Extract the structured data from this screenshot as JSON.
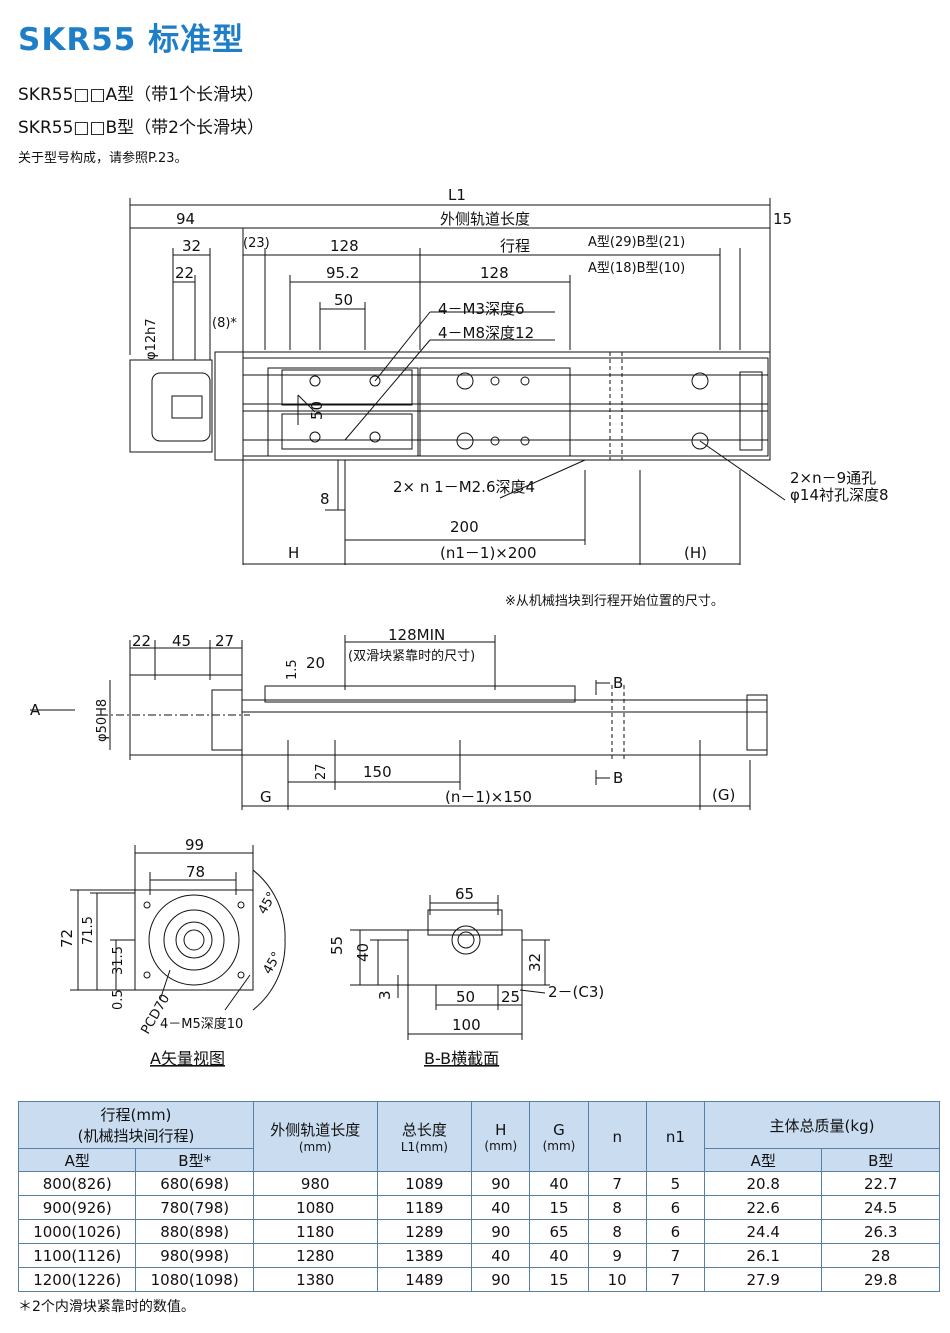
{
  "header": {
    "title": "SKR55 标准型",
    "model_a": "SKR55□□A型（带1个长滑块）",
    "model_b": "SKR55□□B型（带2个长滑块）",
    "reference": "关于型号构成，请参照P.23。"
  },
  "top_view": {
    "L1": "L1",
    "d94": "94",
    "outer_rail": "外侧轨道长度",
    "d15": "15",
    "d32": "32",
    "d23": "(23)",
    "d128a": "128",
    "stroke": "行程",
    "a29b21": "A型(29)B型(21)",
    "d22": "22",
    "d95_2": "95.2",
    "d128b": "128",
    "a18b10": "A型(18)B型(10)",
    "d8s": "(8)*",
    "d50": "50",
    "m3": "4－M3深度6",
    "m8": "4－M8深度12",
    "phi12": "φ12h7",
    "d50v": "50",
    "holes9": "2×n－9通孔",
    "cb14": "φ14衬孔深度8",
    "m26": "2× n 1－M2.6深度4",
    "d8": "8",
    "d200": "200",
    "H": "H",
    "n1_200": "(n1－1)×200",
    "Hp": "(H)",
    "footnote": "※从机械挡块到行程开始位置的尺寸。"
  },
  "side_view": {
    "d22": "22",
    "d45": "45",
    "d27": "27",
    "min128": "128MIN",
    "min128_note": "(双滑块紧靠时的尺寸)",
    "d1_5": "1.5",
    "d20": "20",
    "B": "B",
    "A": "A",
    "phi50": "φ50H8",
    "d27v": "27",
    "d150": "150",
    "G": "G",
    "n150": "(n－1)×150",
    "Gp": "(G)"
  },
  "a_view": {
    "d99": "99",
    "d78": "78",
    "d72": "72",
    "d71_5": "71.5",
    "d31_5": "31.5",
    "d0_5": "0.5",
    "pcd": "PCD70",
    "m5": "4－M5深度10",
    "a45a": "45°",
    "a45b": "45°",
    "caption": "A矢量视图"
  },
  "bb_view": {
    "d65": "65",
    "d55": "55",
    "d40": "40",
    "d32": "32",
    "d3": "3",
    "d50": "50",
    "d25": "25",
    "c3": "2－(C3)",
    "d100": "100",
    "caption": "B-B横截面"
  },
  "spec_table": {
    "headers": {
      "stroke": "行程(mm)",
      "stroke_note": "(机械挡块间行程)",
      "stroke_a": "A型",
      "stroke_b": "B型*",
      "rail": "外侧轨道长度",
      "rail_unit": "(mm)",
      "total": "总长度",
      "total_unit": "L1(mm)",
      "h": "H",
      "h_unit": "(mm)",
      "g": "G",
      "g_unit": "(mm)",
      "n": "n",
      "n1": "n1",
      "mass": "主体总质量(kg)",
      "mass_a": "A型",
      "mass_b": "B型"
    },
    "rows": [
      [
        "800(826)",
        "680(698)",
        "980",
        "1089",
        "90",
        "40",
        "7",
        "5",
        "20.8",
        "22.7"
      ],
      [
        "900(926)",
        "780(798)",
        "1080",
        "1189",
        "40",
        "15",
        "8",
        "6",
        "22.6",
        "24.5"
      ],
      [
        "1000(1026)",
        "880(898)",
        "1180",
        "1289",
        "90",
        "65",
        "8",
        "6",
        "24.4",
        "26.3"
      ],
      [
        "1100(1126)",
        "980(998)",
        "1280",
        "1389",
        "40",
        "40",
        "9",
        "7",
        "26.1",
        "28"
      ],
      [
        "1200(1226)",
        "1080(1098)",
        "1380",
        "1489",
        "90",
        "15",
        "10",
        "7",
        "27.9",
        "29.8"
      ]
    ],
    "footnote": "＊2个内滑块紧靠时的数值。"
  }
}
